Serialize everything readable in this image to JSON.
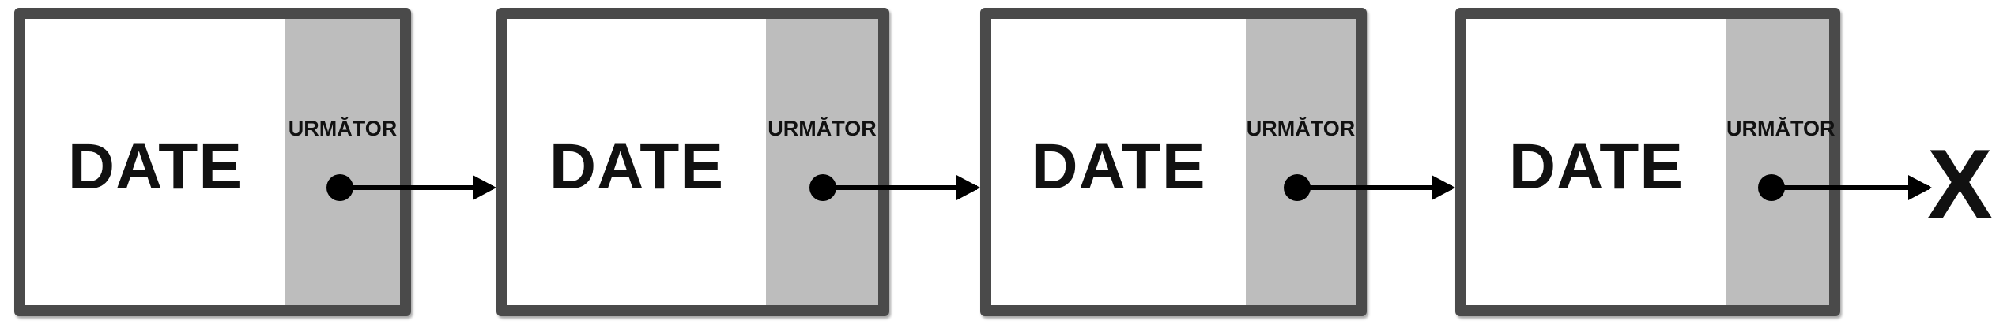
{
  "nodes": [
    {
      "data_label": "DATE",
      "next_label": "URMĂTOR"
    },
    {
      "data_label": "DATE",
      "next_label": "URMĂTOR"
    },
    {
      "data_label": "DATE",
      "next_label": "URMĂTOR"
    },
    {
      "data_label": "DATE",
      "next_label": "URMĂTOR"
    }
  ],
  "terminator": "X"
}
